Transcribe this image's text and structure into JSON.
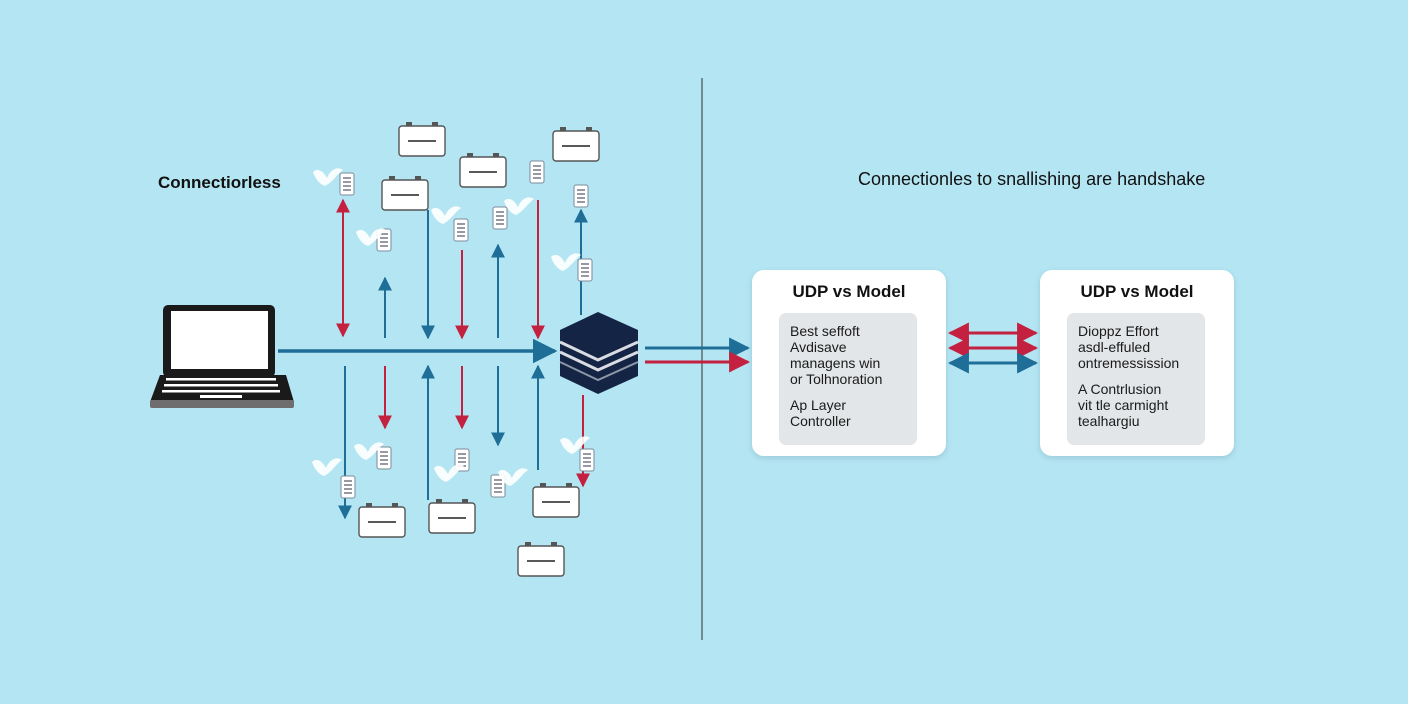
{
  "left_title": "Connectiorless",
  "right_title": "Connectionles to snallishing are handshake",
  "cards": [
    {
      "title": "UDP vs Model",
      "lines_a": [
        "Best seffoft",
        "Avdisave",
        "managens win",
        "or Tolhnoration"
      ],
      "lines_b": [
        "Ap Layer",
        "Controller"
      ]
    },
    {
      "title": "UDP vs Model",
      "lines_a": [
        "Dioppz Effort",
        "asdl-effuled",
        "ontremessission"
      ],
      "lines_b": [
        "A Contrlusion",
        "vit tle carmight",
        "tealhargiu"
      ]
    }
  ],
  "icons": [
    "laptop-icon",
    "server-stack-icon",
    "packet-icon",
    "document-icon",
    "bird-icon"
  ],
  "colors": {
    "background": "#b4e5f3",
    "blue_arrow": "#1e6e98",
    "red_arrow": "#c4203f",
    "server": "#142445",
    "divider": "#4d5b58"
  }
}
